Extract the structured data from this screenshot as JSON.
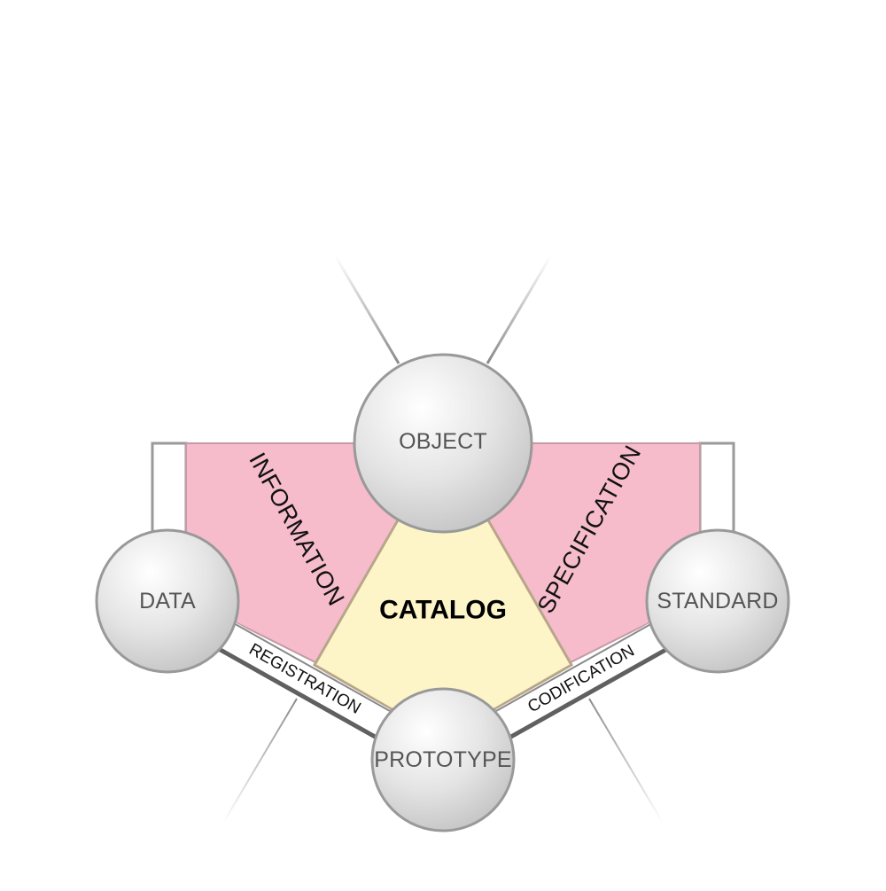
{
  "diagram": {
    "center": {
      "label": "CATALOG",
      "fill": "#fdf5c8"
    },
    "regions": {
      "information": {
        "label": "INFORMATION",
        "fill": "#f6bccb"
      },
      "specification": {
        "label": "SPECIFICATION",
        "fill": "#f6bccb"
      }
    },
    "bands": {
      "registration": {
        "label": "REGISTRATION"
      },
      "codification": {
        "label": "CODIFICATION"
      }
    },
    "nodes": {
      "object": {
        "label": "OBJECT"
      },
      "data": {
        "label": "DATA"
      },
      "standard": {
        "label": "STANDARD"
      },
      "prototype": {
        "label": "PROTOTYPE"
      }
    },
    "colors": {
      "node_stroke": "#999999",
      "node_text": "#555555",
      "band_stroke": "#606060",
      "frame_stroke": "#9a9a9a"
    }
  }
}
